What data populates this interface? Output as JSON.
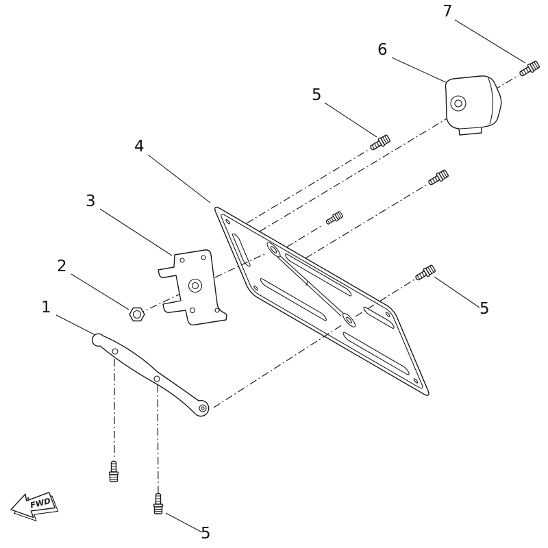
{
  "page": {
    "paper_color": "#ffffff",
    "ink_color": "#1a1a1a"
  },
  "callouts": {
    "c1": "1",
    "c2": "2",
    "c3": "3",
    "c4": "4",
    "c5_top": "5",
    "c5_right": "5",
    "c5_bottom": "5",
    "c6": "6",
    "c7": "7"
  },
  "fwd": {
    "label": "FWD"
  }
}
